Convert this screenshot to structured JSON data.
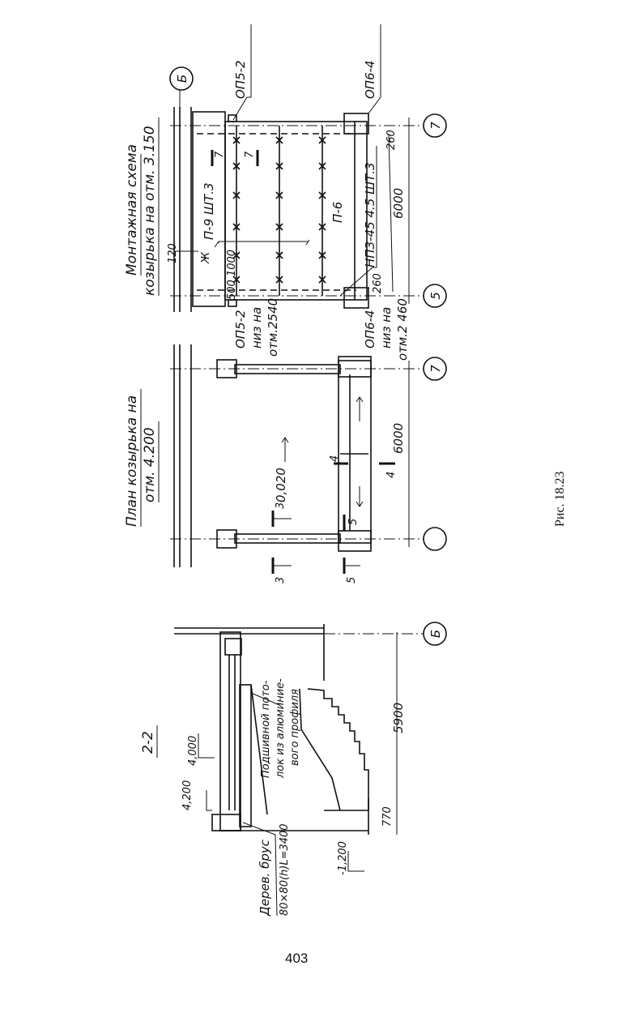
{
  "montage": {
    "title_line1": "Монтажная схема",
    "title_line2": "козырька на отм. 3.150",
    "axis_b": "Б",
    "axis_7": "7",
    "axis_5": "5",
    "op5_2_top": "ОП5-2",
    "op6_4_top": "ОП6-4",
    "op5_2_bottom": "ОП5-2",
    "op5_2_note1": "низ на",
    "op5_2_note2": "отм.2540",
    "op6_4_bottom": "ОП6-4",
    "op6_4_note1": "низ на",
    "op6_4_note2": "отм.2 460",
    "p9": "П-9 ШТ.3",
    "p6": "П-6",
    "npz": "НПЗ-45 4.5 ШТ.3",
    "cut7a": "7",
    "cut7b": "7",
    "dim_120": "120",
    "mark_zh": "Ж",
    "dim_500_1000": "500 1000",
    "dim_260_top": "260",
    "dim_260_bottom": "260",
    "dim_6000": "6000"
  },
  "plan": {
    "title_line1": "План козырька на",
    "title_line2": "отм. 4.200",
    "slope": "0,020",
    "cut3a": "3",
    "cut3b": "3",
    "cut4a": "4",
    "cut4b": "4",
    "cut5a": "5",
    "cut5b": "5",
    "axis_7": "7",
    "dim_6000": "6000"
  },
  "section": {
    "title": "2-2",
    "elev_4000": "4,000",
    "elev_4200": "4,200",
    "elev_m1200": "-1,200",
    "dim_5900": "5900",
    "dim_770": "770",
    "axis_b": "Б",
    "ceiling_note1": "Подшивной пото-",
    "ceiling_note2": "лок из алюминие-",
    "ceiling_note3": "вого профиля",
    "beam_note1": "Дерев. брус",
    "beam_note2": "80×80(h)L=3400"
  },
  "caption": "Рис. 18.23",
  "page_number": "403"
}
